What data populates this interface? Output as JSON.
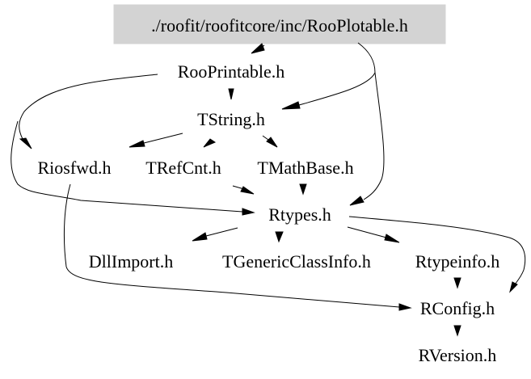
{
  "diagram": {
    "type": "include-dependency-graph",
    "root": "./roofit/roofitcore/inc/RooPlotable.h",
    "root_fill": "#d3d3d3",
    "nodes": [
      {
        "id": "root",
        "label": "./roofit/roofitcore/inc/RooPlotable.h"
      },
      {
        "id": "rooprintable",
        "label": "RooPrintable.h"
      },
      {
        "id": "tstring",
        "label": "TString.h"
      },
      {
        "id": "riosfwd",
        "label": "Riosfwd.h"
      },
      {
        "id": "trefcnt",
        "label": "TRefCnt.h"
      },
      {
        "id": "tmathbase",
        "label": "TMathBase.h"
      },
      {
        "id": "rtypes",
        "label": "Rtypes.h"
      },
      {
        "id": "dllimport",
        "label": "DllImport.h"
      },
      {
        "id": "tgenericclassinfo",
        "label": "TGenericClassInfo.h"
      },
      {
        "id": "rtypeinfo",
        "label": "Rtypeinfo.h"
      },
      {
        "id": "rconfig",
        "label": "RConfig.h"
      },
      {
        "id": "rversion",
        "label": "RVersion.h"
      }
    ],
    "edges": [
      {
        "from": "root",
        "to": "rooprintable"
      },
      {
        "from": "root",
        "to": "tstring"
      },
      {
        "from": "root",
        "to": "rtypes"
      },
      {
        "from": "rooprintable",
        "to": "tstring"
      },
      {
        "from": "rooprintable",
        "to": "riosfwd"
      },
      {
        "from": "rooprintable",
        "to": "rtypes"
      },
      {
        "from": "tstring",
        "to": "riosfwd"
      },
      {
        "from": "tstring",
        "to": "trefcnt"
      },
      {
        "from": "tstring",
        "to": "tmathbase"
      },
      {
        "from": "trefcnt",
        "to": "rtypes"
      },
      {
        "from": "tmathbase",
        "to": "rtypes"
      },
      {
        "from": "riosfwd",
        "to": "rconfig"
      },
      {
        "from": "rtypes",
        "to": "dllimport"
      },
      {
        "from": "rtypes",
        "to": "tgenericclassinfo"
      },
      {
        "from": "rtypes",
        "to": "rtypeinfo"
      },
      {
        "from": "rtypes",
        "to": "rconfig"
      },
      {
        "from": "rtypeinfo",
        "to": "rconfig"
      },
      {
        "from": "rconfig",
        "to": "rversion"
      }
    ]
  }
}
